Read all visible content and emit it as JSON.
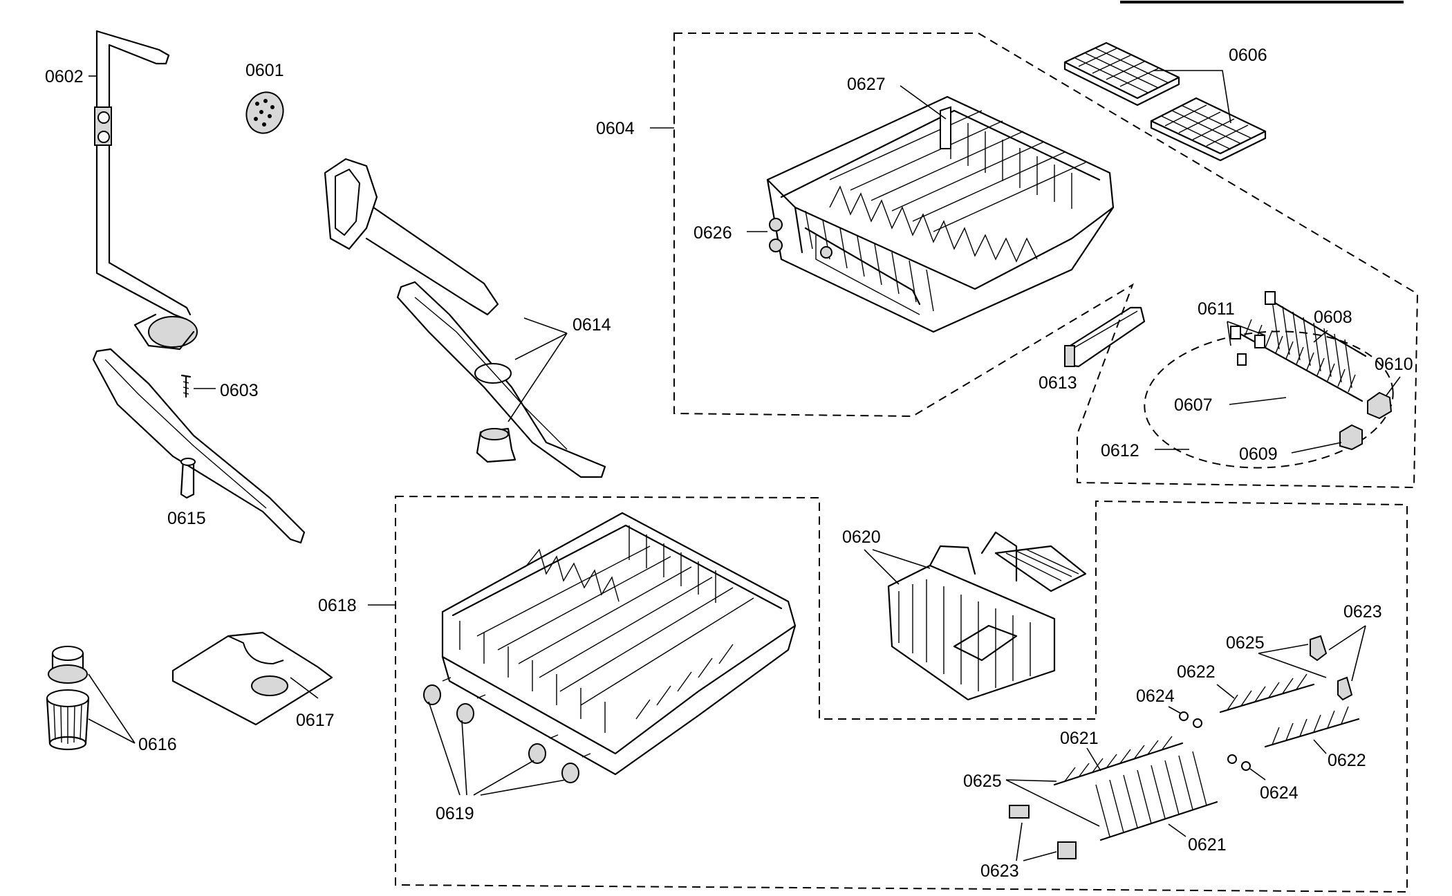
{
  "labels": {
    "p0601": "0601",
    "p0602": "0602",
    "p0603": "0603",
    "p0604": "0604",
    "p0606": "0606",
    "p0607": "0607",
    "p0608": "0608",
    "p0609": "0609",
    "p0610": "0610",
    "p0611": "0611",
    "p0612": "0612",
    "p0613": "0613",
    "p0614": "0614",
    "p0615": "0615",
    "p0616": "0616",
    "p0617": "0617",
    "p0618": "0618",
    "p0619": "0619",
    "p0620": "0620",
    "p0621": "0621",
    "p0622": "0622",
    "p0623": "0623",
    "p0624": "0624",
    "p0625": "0625",
    "p0626": "0626",
    "p0627": "0627"
  }
}
